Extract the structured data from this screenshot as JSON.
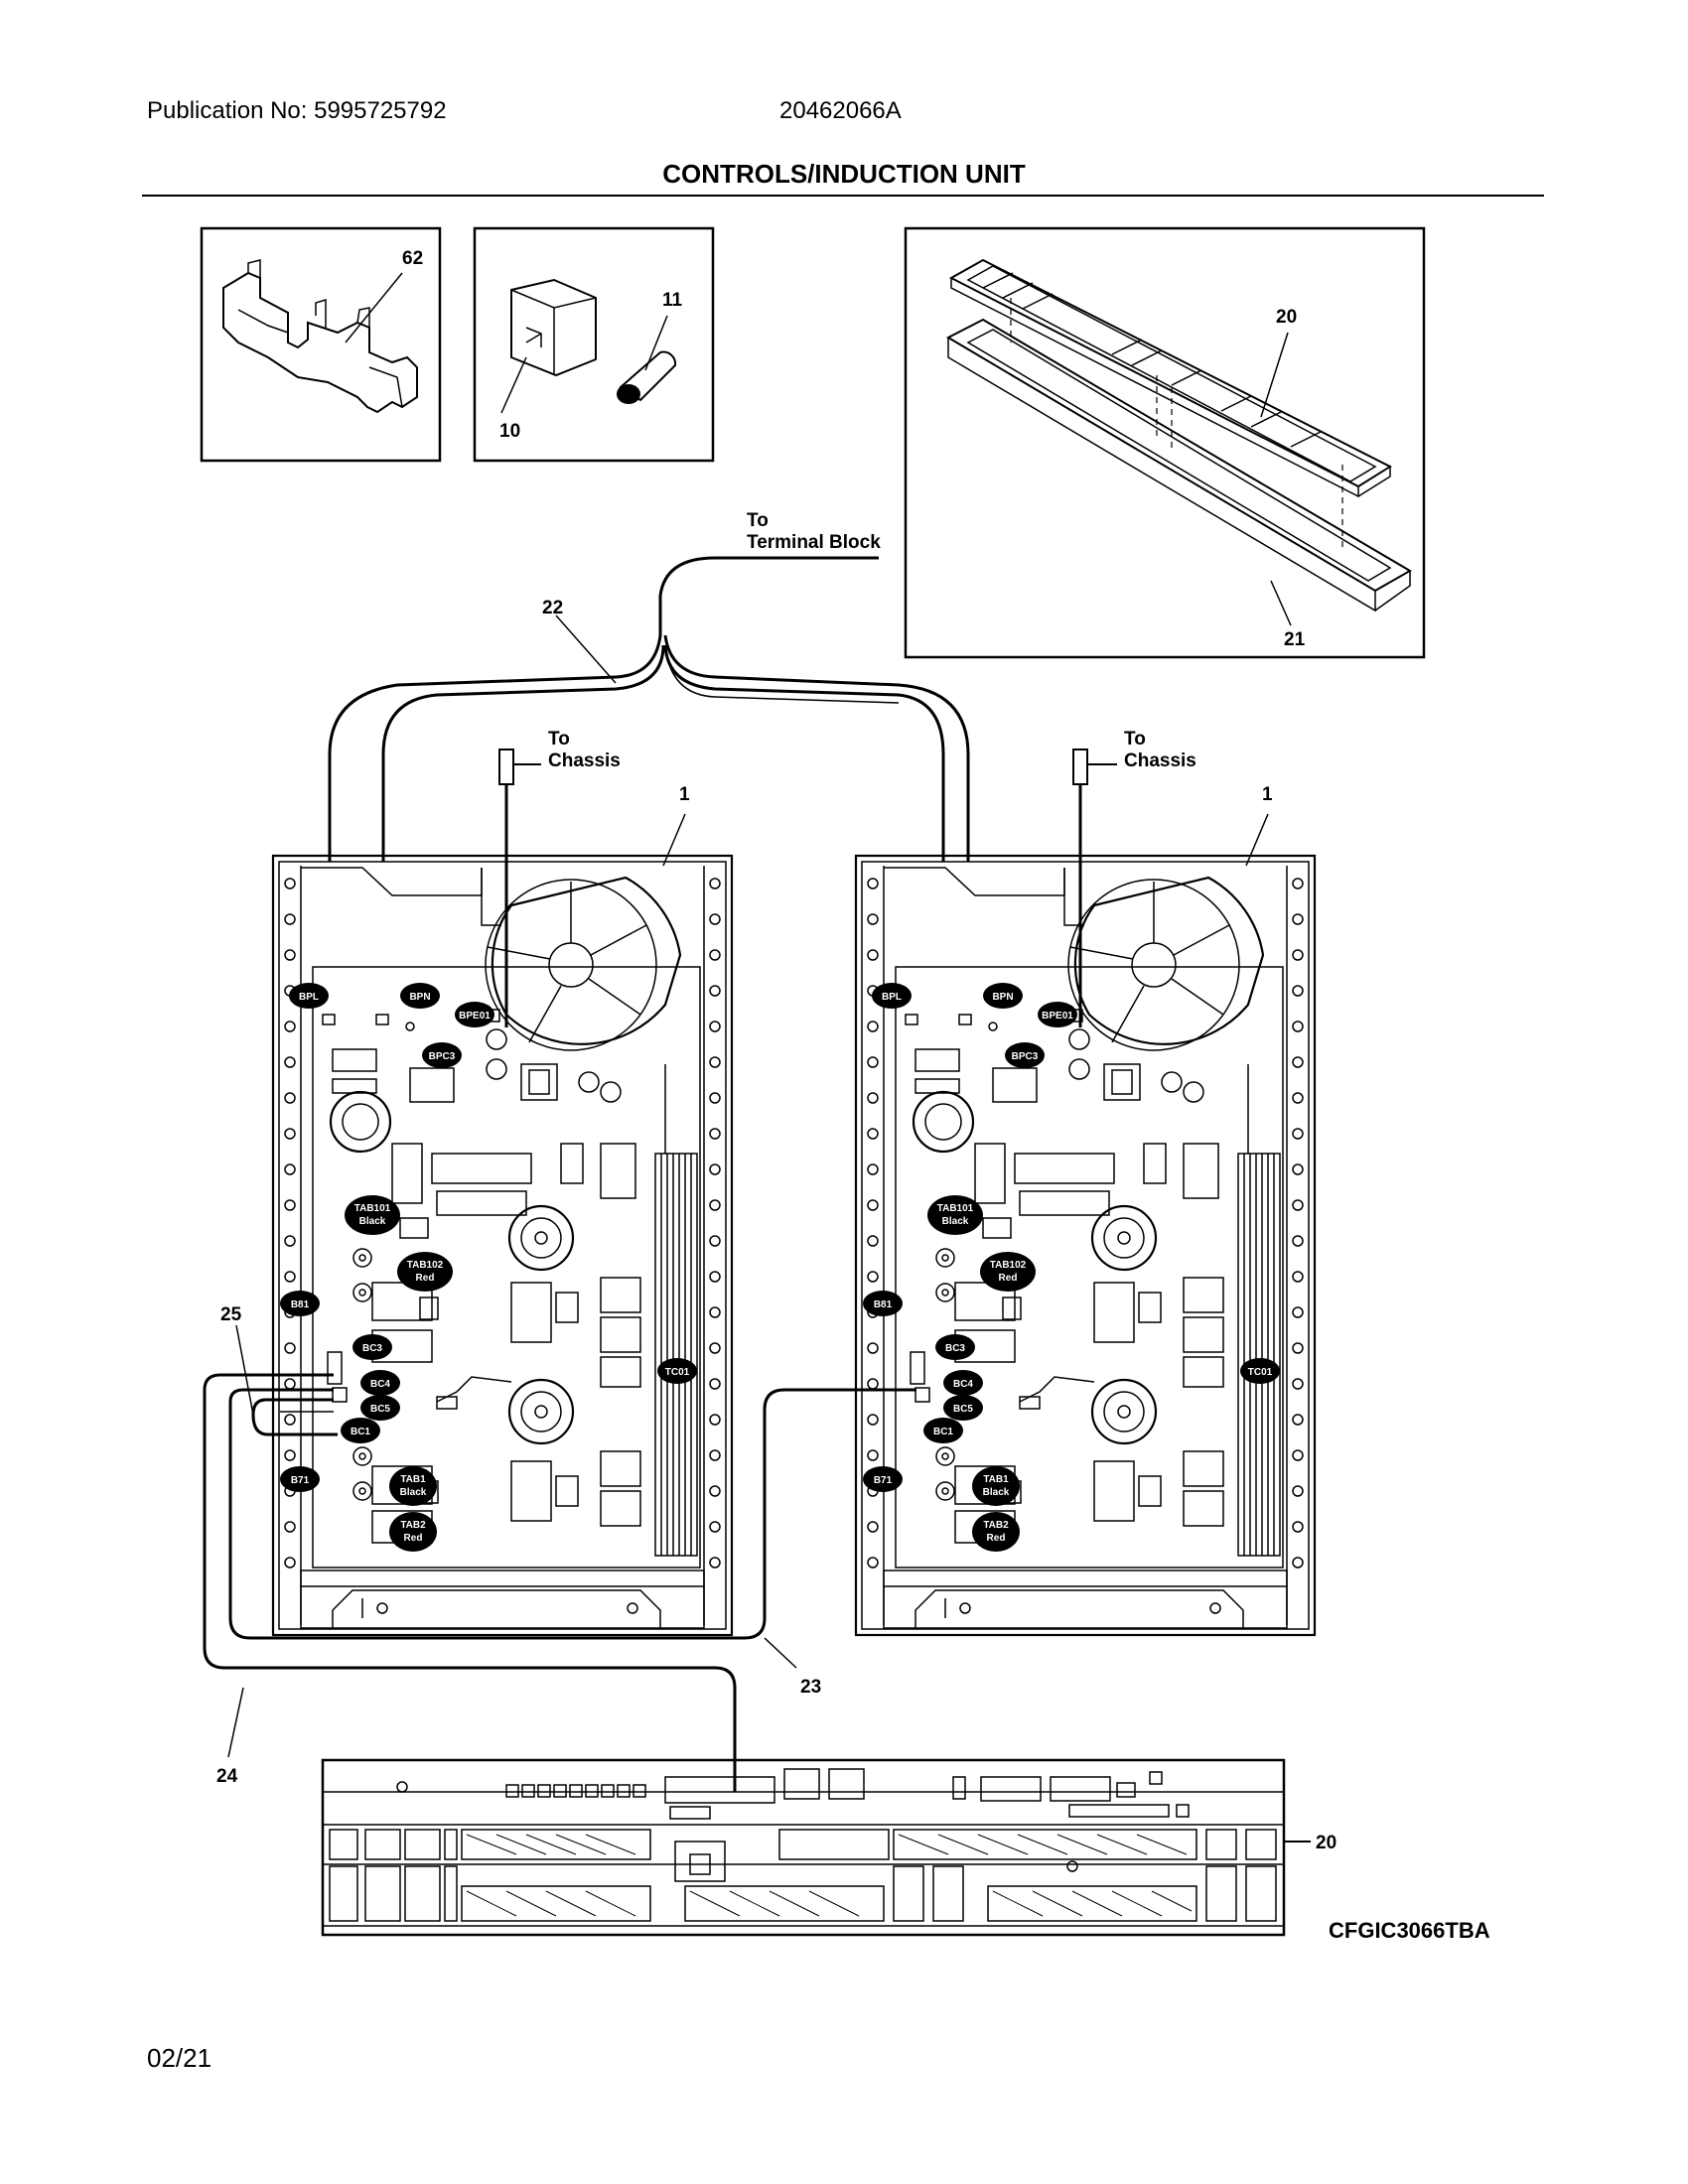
{
  "header": {
    "publication": "Publication No: 5995725792",
    "doc_number": "20462066A",
    "title": "CONTROLS/INDUCTION UNIT"
  },
  "footer": {
    "date": "02/21"
  },
  "callouts": {
    "c62": "62",
    "c11": "11",
    "c10": "10",
    "c20_top": "20",
    "c21": "21",
    "c22": "22",
    "c1_left": "1",
    "c1_right": "1",
    "c25": "25",
    "c23": "23",
    "c24": "24",
    "c20_bottom": "20"
  },
  "notes": {
    "terminal_to": "To",
    "terminal_block": "Terminal Block",
    "chassis_to_left": "To",
    "chassis_left": "Chassis",
    "chassis_to_right": "To",
    "chassis_right": "Chassis"
  },
  "connectors": {
    "bpl": "BPL",
    "bpn": "BPN",
    "bpe": "BPE01",
    "bpc": "BPC3",
    "tab101": "TAB101",
    "tab101_color": "Black",
    "tab102": "TAB102",
    "tab102_color": "Red",
    "b81": "B81",
    "bc3": "BC3",
    "bc4": "BC4",
    "bc5": "BC5",
    "bc1": "BC1",
    "b71": "B71",
    "tab1": "TAB1",
    "tab1_color": "Black",
    "tab2": "TAB2",
    "tab2_color": "Red",
    "tc01": "TC01"
  },
  "model": "CFGIC3066TBA"
}
